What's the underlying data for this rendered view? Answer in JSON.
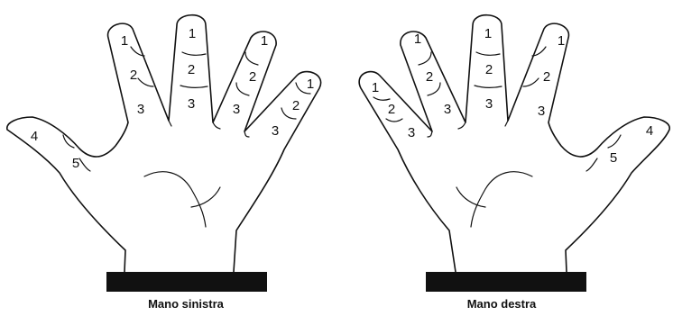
{
  "captions": {
    "left": "Mano sinistra",
    "right": "Mano destra"
  },
  "phalanx_labels": {
    "left": {
      "index": [
        "1",
        "2",
        "3"
      ],
      "middle": [
        "1",
        "2",
        "3"
      ],
      "ring": [
        "1",
        "2",
        "3"
      ],
      "little": [
        "1",
        "2",
        "3"
      ],
      "thumb": [
        "4",
        "5"
      ]
    },
    "right": {
      "index": [
        "1",
        "2",
        "3"
      ],
      "middle": [
        "1",
        "2",
        "3"
      ],
      "ring": [
        "1",
        "2",
        "3"
      ],
      "little": [
        "1",
        "2",
        "3"
      ],
      "thumb": [
        "4",
        "5"
      ]
    }
  },
  "colors": {
    "ink": "#111111",
    "base": "#111111"
  }
}
